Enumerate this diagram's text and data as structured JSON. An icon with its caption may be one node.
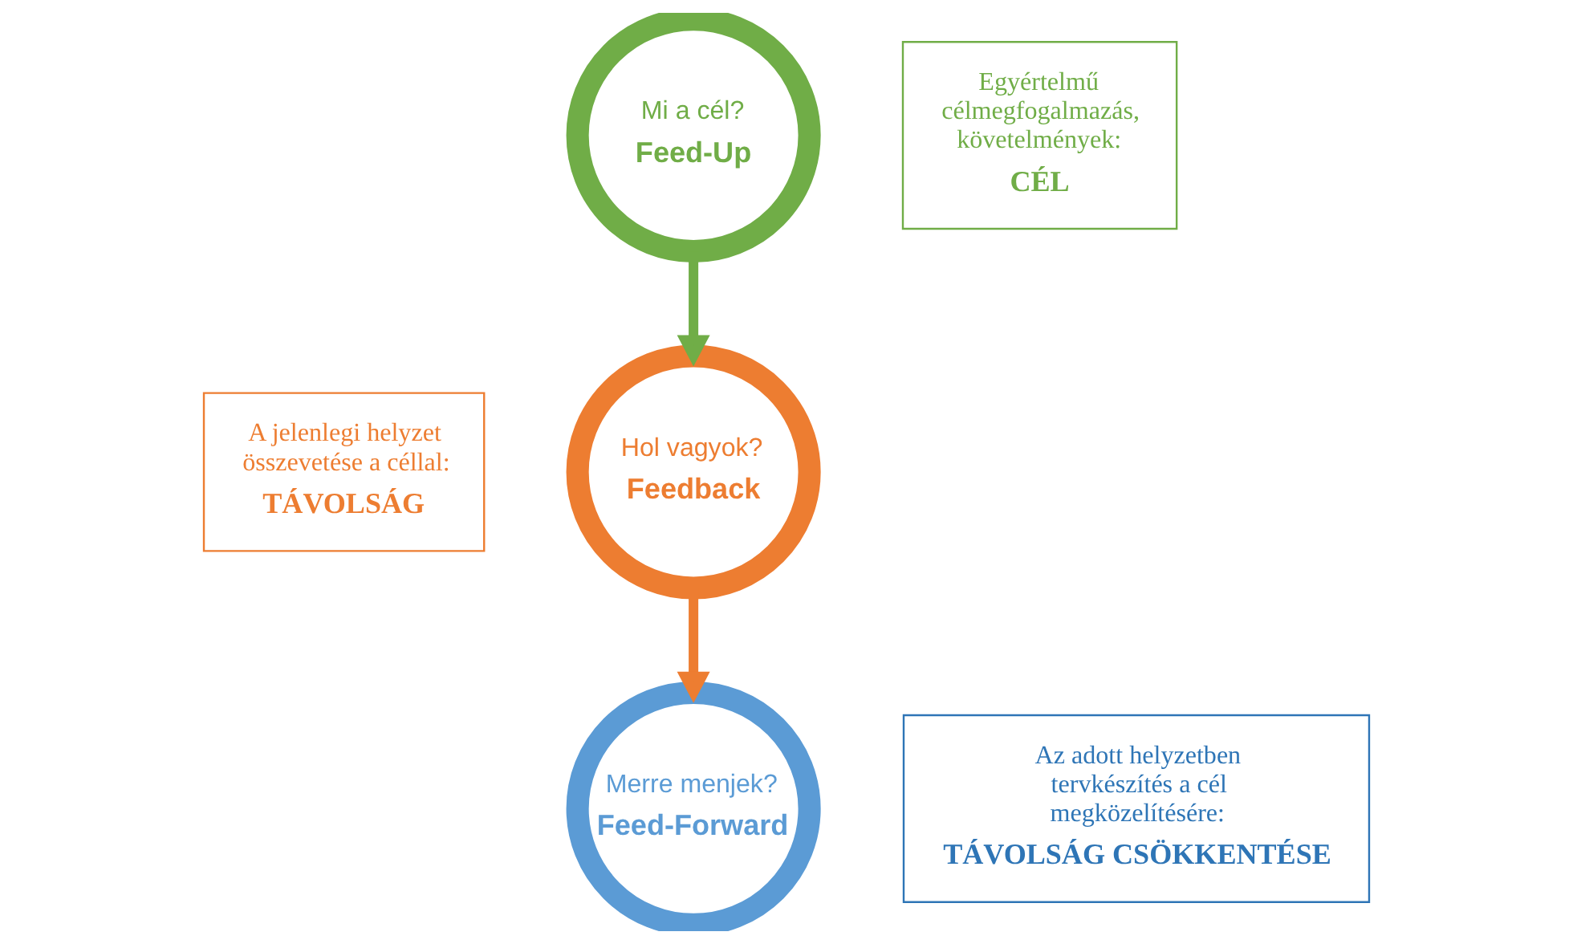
{
  "diagram": {
    "nodes": [
      {
        "text": [
          "Mi a cél?",
          "Feed-Up"
        ]
      },
      {
        "text": [
          "Egyértelmű célmegfogalmazás, követelmények:",
          "CÉL"
        ]
      },
      {
        "text": [
          "A jelenlegi helyzet összevetése a céllal:",
          "TÁVOLSÁG"
        ]
      },
      {
        "text": [
          "Hol vagyok?",
          "Feedback"
        ]
      },
      {
        "text": [
          "Merre menjek?",
          "Feed-Forward"
        ]
      },
      {
        "text": [
          "Az adott helyzetben tervkészítés a cél megközelítésére:",
          "TÁVOLSÁG CSÖKKENTÉSE"
        ]
      }
    ],
    "edges": [
      {
        "from": 0,
        "to": 3,
        "arrow": "to",
        "color": "#70ad47"
      },
      {
        "from": 3,
        "to": 4,
        "arrow": "to",
        "color": "#ed7d31"
      }
    ]
  }
}
